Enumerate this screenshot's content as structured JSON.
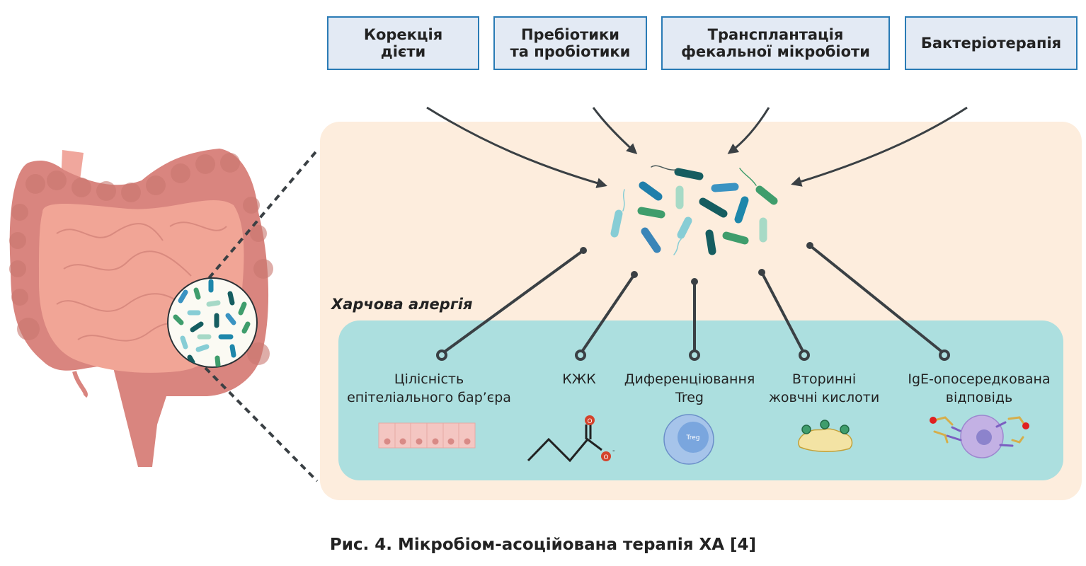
{
  "therapies": [
    {
      "line1": "Корекція",
      "line2": "дієти"
    },
    {
      "line1": "Пребіотики",
      "line2": "та пробіотики"
    },
    {
      "line1": "Трансплантація",
      "line2": "фекальної мікробіоти"
    },
    {
      "line1": "Бактеріотерапія",
      "line2": ""
    }
  ],
  "context_title": "Харчова алергія",
  "outcomes": [
    {
      "line1": "Цілісність",
      "line2": "епітеліального бар’єра",
      "icon": "epithelial-cells-icon"
    },
    {
      "line1": "КЖК",
      "line2": "",
      "icon": "butyrate-molecule-icon"
    },
    {
      "line1": "Диференціювання",
      "line2": "Treg",
      "icon": "treg-cell-icon"
    },
    {
      "line1": "Вторинні",
      "line2": "жовчні кислоти",
      "icon": "bile-acid-icon"
    },
    {
      "line1": "IgE-опосередкована",
      "line2": "відповідь",
      "icon": "mast-cell-ige-icon"
    }
  ],
  "treg_cell_label": "Treg",
  "molecule_atoms": {
    "oxygen": "O",
    "charge": "-"
  },
  "caption": "Рис. 4. Мікробіом-асоційована терапія ХА [4]",
  "colors": {
    "box_fill": "#e3eaf4",
    "box_border": "#2a7bb5",
    "panel": "#fdeddd",
    "inner_panel": "#acdfdf",
    "arrow": "#3a4044",
    "intestine": "#d9857f"
  }
}
